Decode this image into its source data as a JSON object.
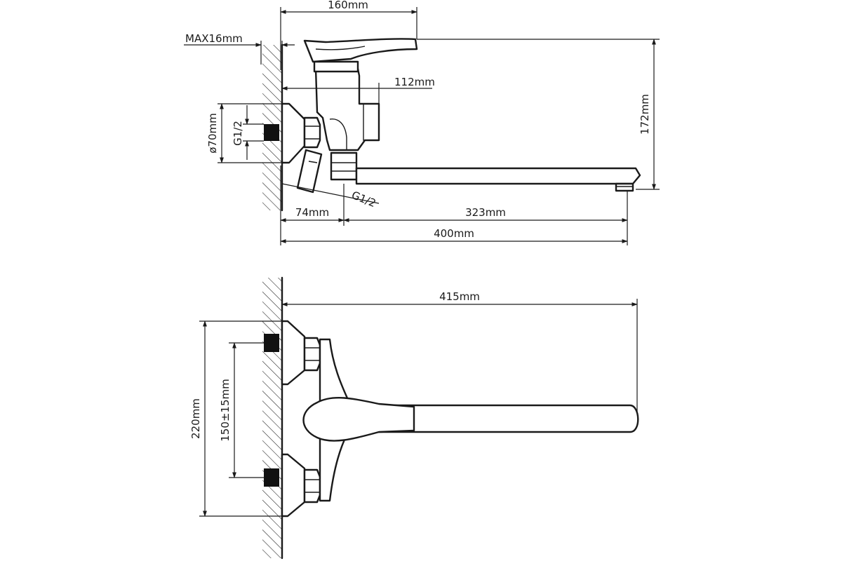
{
  "side_view": {
    "dims": {
      "handle_width": "160mm",
      "wall_max": "MAX16mm",
      "body_depth": "112mm",
      "height": "172mm",
      "flange_diameter": "ø70mm",
      "inlet_thread": "G1/2",
      "outlet_thread": "G1/2",
      "body_offset": "74mm",
      "spout_length": "323mm",
      "overall_length": "400mm"
    }
  },
  "front_view": {
    "dims": {
      "spout_reach": "415mm",
      "overall_height": "220mm",
      "inlet_spacing": "150±15mm"
    }
  }
}
